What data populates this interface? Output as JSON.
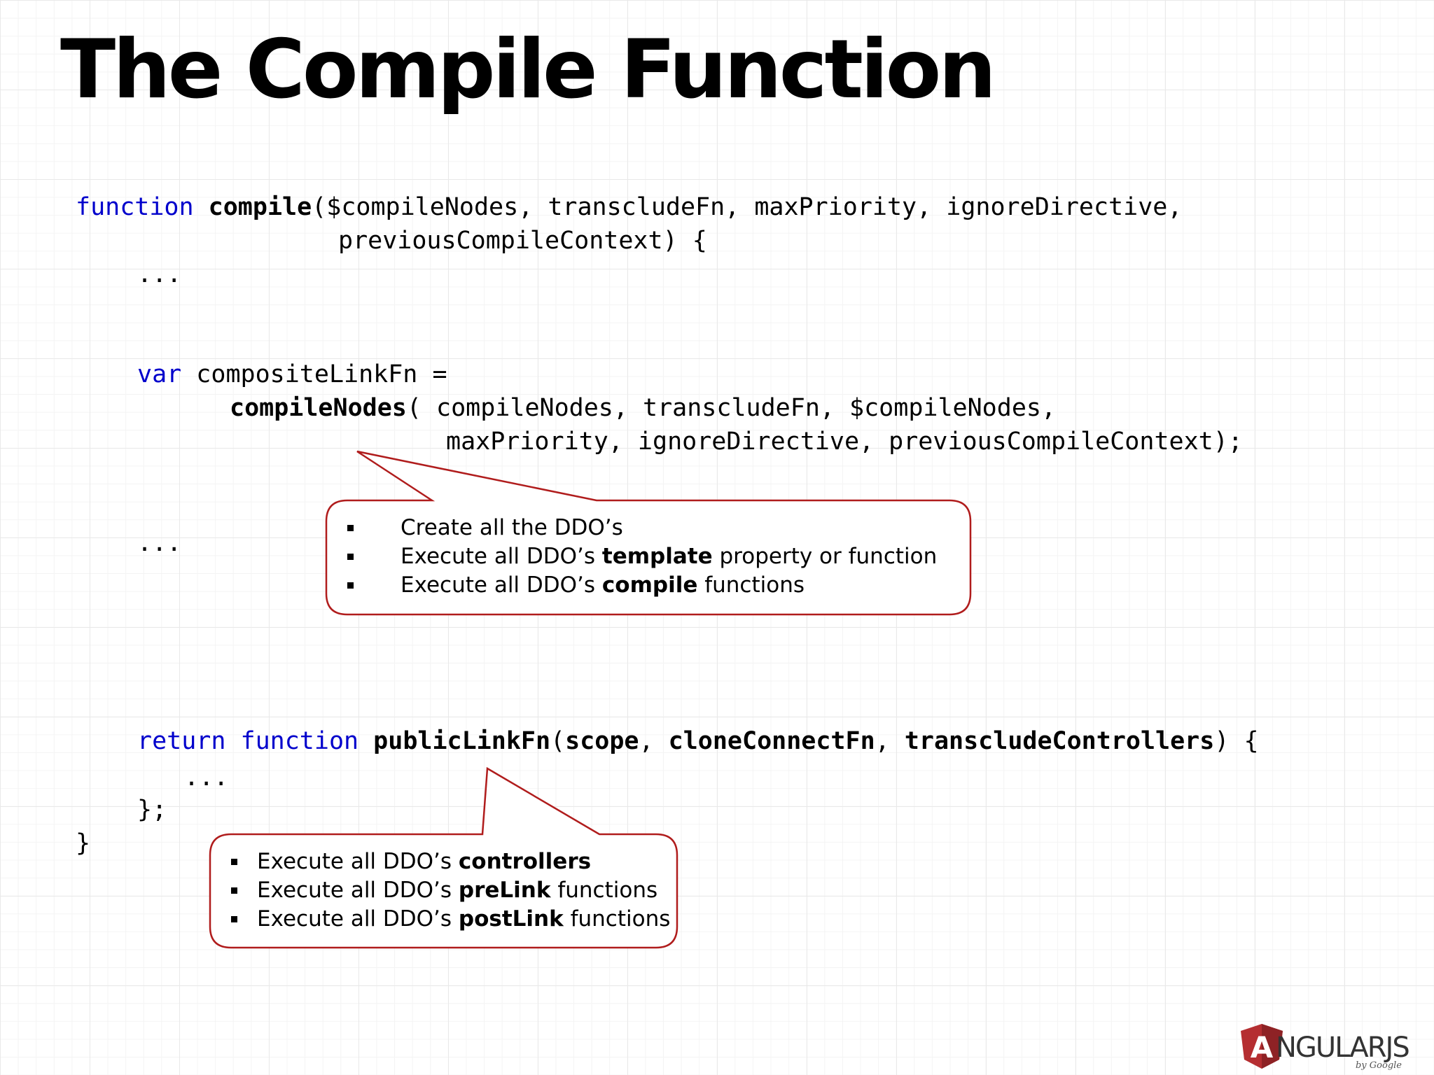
{
  "title": "The Compile Function",
  "code": {
    "line1": {
      "kw": "function",
      "name": "compile",
      "rest": "($compileNodes, transcludeFn, maxPriority, ignoreDirective,"
    },
    "line2": "previousCompileContext) {",
    "line3": "...",
    "line4": {
      "kw": "var",
      "rest": "compositeLinkFn ="
    },
    "line5": {
      "name": "compileNodes",
      "rest": "( compileNodes, transcludeFn, $compileNodes,"
    },
    "line6": "maxPriority, ignoreDirective, previousCompileContext);",
    "line7": "...",
    "line8": {
      "kw1": "return",
      "kw2": "function",
      "name": "publicLinkFn",
      "paren_open": "(",
      "p1": "scope",
      "sep1": ", ",
      "p2": "cloneConnectFn",
      "sep2": ", ",
      "p3": "transcludeControllers",
      "end": ") {"
    },
    "line9": "...",
    "line10": "};",
    "line11": "}"
  },
  "callout_compile": {
    "items": [
      {
        "pre": "Create all the DDO’s",
        "bold": "",
        "post": ""
      },
      {
        "pre": "Execute all DDO’s ",
        "bold": "template",
        "post": " property or function"
      },
      {
        "pre": "Execute all DDO’s ",
        "bold": "compile",
        "post": " functions"
      }
    ]
  },
  "callout_link": {
    "items": [
      {
        "pre": "Execute all DDO’s ",
        "bold": "controllers",
        "post": ""
      },
      {
        "pre": "Execute all DDO’s ",
        "bold": "preLink",
        "post": " functions"
      },
      {
        "pre": "Execute all DDO’s ",
        "bold": "postLink",
        "post": " functions"
      }
    ]
  },
  "logo": {
    "letter": "A",
    "text": "NGULARJS",
    "sub": "by Google"
  },
  "colors": {
    "keyword": "#0000cc",
    "callout_border": "#b01c1c",
    "logo_red": "#b52e31"
  }
}
